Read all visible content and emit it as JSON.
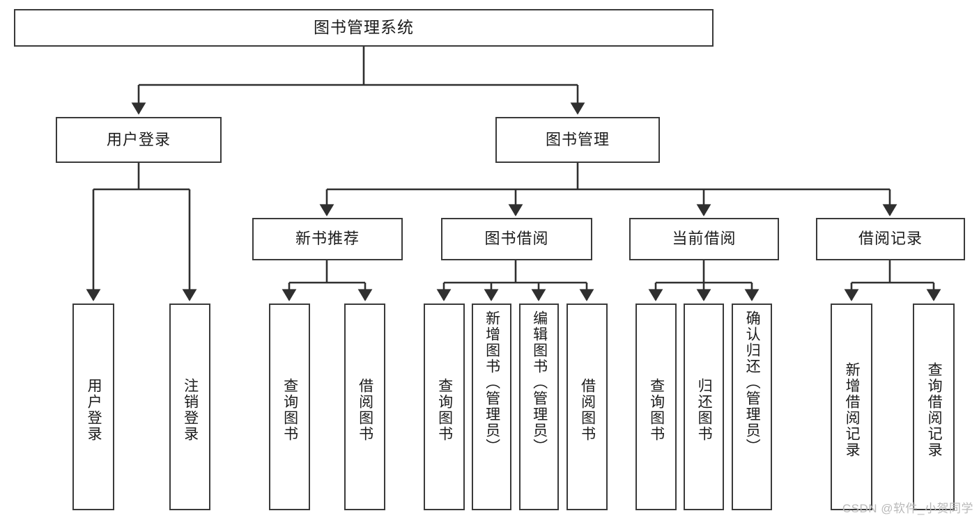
{
  "diagram": {
    "type": "tree",
    "title": "图书管理系统",
    "root": {
      "label": "图书管理系统"
    },
    "level2": [
      {
        "label": "用户登录"
      },
      {
        "label": "图书管理"
      }
    ],
    "level3": [
      {
        "label": "新书推荐"
      },
      {
        "label": "图书借阅"
      },
      {
        "label": "当前借阅"
      },
      {
        "label": "借阅记录"
      }
    ],
    "leaves": {
      "user_login": [
        {
          "label": "用户登录"
        },
        {
          "label": "注销登录"
        }
      ],
      "new_book_recommend": [
        {
          "label": "查询图书"
        },
        {
          "label": "借阅图书"
        }
      ],
      "book_borrow": [
        {
          "label": "查询图书"
        },
        {
          "label": "新增图书（管理员）"
        },
        {
          "label": "编辑图书（管理员）"
        },
        {
          "label": "借阅图书"
        }
      ],
      "current_borrow": [
        {
          "label": "查询图书"
        },
        {
          "label": "归还图书"
        },
        {
          "label": "确认归还（管理员）"
        }
      ],
      "borrow_record": [
        {
          "label": "新增借阅记录"
        },
        {
          "label": "查询借阅记录"
        }
      ]
    }
  },
  "watermark": {
    "text": "CSDN @软件_小贺同学"
  },
  "colors": {
    "background": "#ffffff",
    "box_border": "#3a3a3a",
    "box_fill": "#ffffff",
    "text": "#1b1b1b",
    "connector": "#2f2f2f",
    "watermark": "#b9b9b9"
  }
}
